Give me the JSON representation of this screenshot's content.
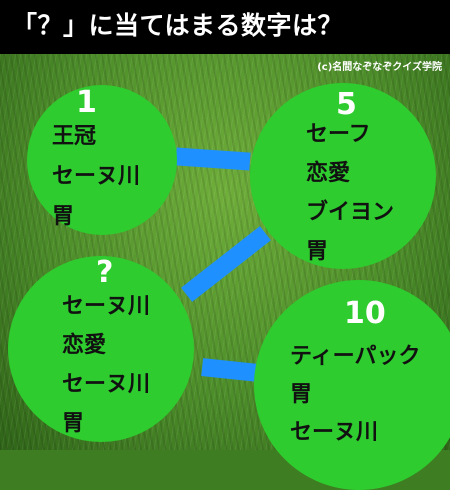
{
  "header": {
    "title": "「？」に当てはまる数字は？",
    "credit": "(c)名間なぞなぞクイズ学院"
  },
  "circles": [
    {
      "number": "1",
      "words": [
        "王冠",
        "セーヌ川",
        "胃"
      ]
    },
    {
      "number": "5",
      "words": [
        "セーフ",
        "恋愛",
        "ブイヨン",
        "胃"
      ]
    },
    {
      "number": "?",
      "words": [
        "セーヌ川",
        "恋愛",
        "セーヌ川",
        "胃"
      ]
    },
    {
      "number": "10",
      "words": [
        "ティーパック",
        "胃",
        "セーヌ川"
      ]
    }
  ],
  "colors": {
    "circle": "#2ecc2e",
    "connector": "#1e90ff",
    "header_bg": "#000000"
  }
}
